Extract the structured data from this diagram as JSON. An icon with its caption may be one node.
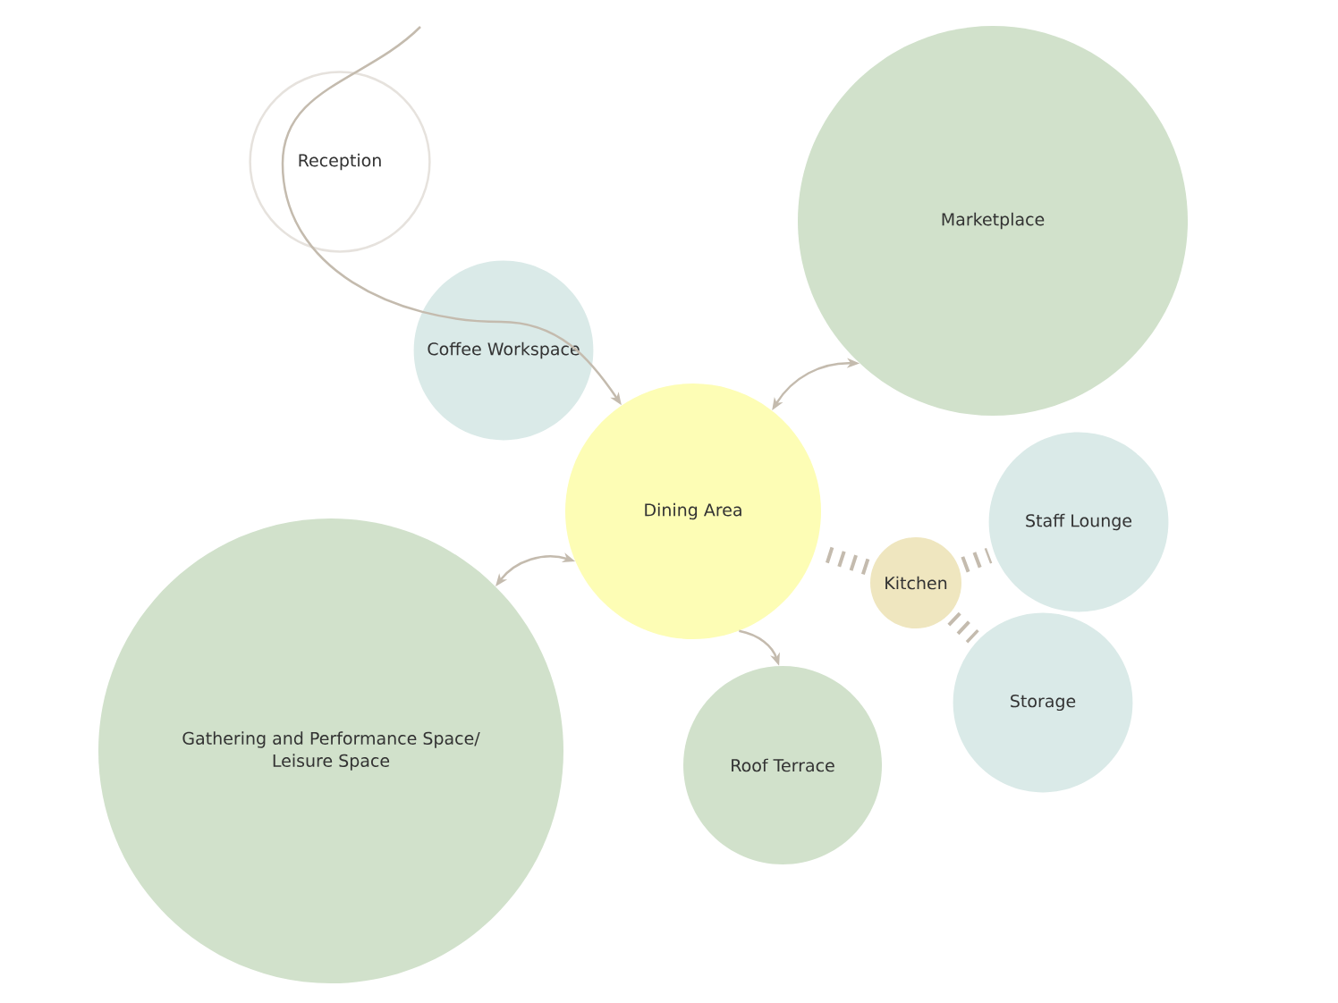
{
  "diagram": {
    "nodes": [
      {
        "text": [
          "Reception"
        ]
      },
      {
        "text": [
          "Coffee Workspace"
        ]
      },
      {
        "text": [
          "Marketplace"
        ]
      },
      {
        "text": [
          "Dining Area"
        ]
      },
      {
        "text": [
          "Kitchen"
        ]
      },
      {
        "text": [
          "Staff Lounge"
        ]
      },
      {
        "text": [
          "Storage"
        ]
      },
      {
        "text": [
          "Gathering and Performance Space/ Leisure Space"
        ]
      },
      {
        "text": [
          "Roof Terrace"
        ]
      }
    ],
    "edges": [
      {
        "from": null,
        "to": 3,
        "arrow": "to"
      },
      {
        "from": 3,
        "to": 2,
        "arrow": "both"
      },
      {
        "from": 3,
        "to": 7,
        "arrow": "both"
      },
      {
        "from": 3,
        "to": 8,
        "arrow": "to"
      },
      {
        "from": 4,
        "to": 3,
        "arrow": "none",
        "style": "dashed"
      },
      {
        "from": 4,
        "to": 5,
        "arrow": "none",
        "style": "dashed"
      },
      {
        "from": 4,
        "to": 6,
        "arrow": "none",
        "style": "dashed"
      }
    ]
  }
}
